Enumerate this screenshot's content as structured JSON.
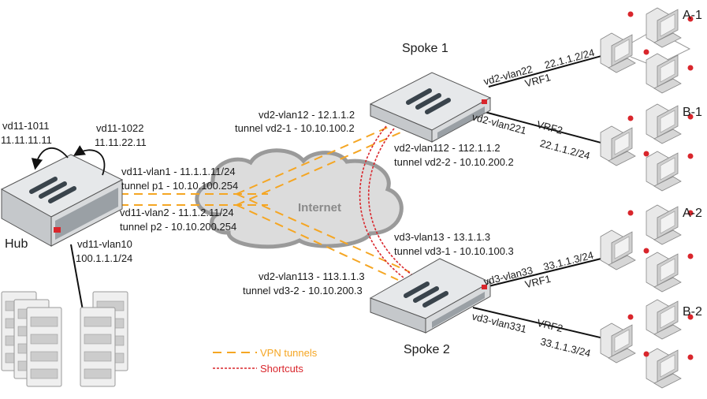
{
  "devices": {
    "hub": {
      "name": "Hub"
    },
    "spoke1": {
      "name": "Spoke 1"
    },
    "spoke2": {
      "name": "Spoke 2"
    },
    "internet": {
      "name": "Internet"
    }
  },
  "hub_labels": {
    "loop1_name": "vd11-1011",
    "loop1_ip": "11.11.11.11",
    "loop2_name": "vd11-1022",
    "loop2_ip": "11.11.22.11",
    "vlan1": "vd11-vlan1 - 11.1.1.11/24",
    "tunnel_p1": "tunnel p1 - 10.10.100.254",
    "vlan2": "vd11-vlan2 - 11.1.2.11/24",
    "tunnel_p2": "tunnel p2 - 10.10.200.254",
    "vlan10": "vd11-vlan10",
    "vlan10_ip": "100.1.1.1/24"
  },
  "spoke1_labels": {
    "vlan12": "vd2-vlan12  - 12.1.1.2",
    "tunnel1": "tunnel vd2-1 - 10.10.100.2",
    "vlan112": "vd2-vlan112 - 112.1.1.2",
    "tunnel2": "tunnel vd2-2 - 10.10.200.2",
    "lan1_if": "vd2-vlan22",
    "lan1_ip": "22.1.1.2/24",
    "lan1_vrf": "VRF1",
    "lan2_if": "vd2-vlan221",
    "lan2_ip": "22.1.1.2/24",
    "lan2_vrf": "VRF2"
  },
  "spoke2_labels": {
    "vlan13": "vd3-vlan13 - 13.1.1.3",
    "tunnel1": "tunnel vd3-1 - 10.10.100.3",
    "vlan113": "vd2-vlan113 - 113.1.1.3",
    "tunnel2": "tunnel vd3-2 - 10.10.200.3",
    "lan1_if": "vd3-vlan33",
    "lan1_ip": "33.1.1.3/24",
    "lan1_vrf": "VRF1",
    "lan2_if": "vd3-vlan331",
    "lan2_ip": "33.1.1.3/24",
    "lan2_vrf": "VRF2"
  },
  "lan_groups": [
    "A-1",
    "B-1",
    "A-2",
    "B-2"
  ],
  "legend": {
    "vpn": "VPN tunnels",
    "shortcuts": "Shortcuts"
  },
  "colors": {
    "vpn": "#f5a623",
    "shortcut": "#d9262c",
    "node_dot": "#d9262c"
  }
}
